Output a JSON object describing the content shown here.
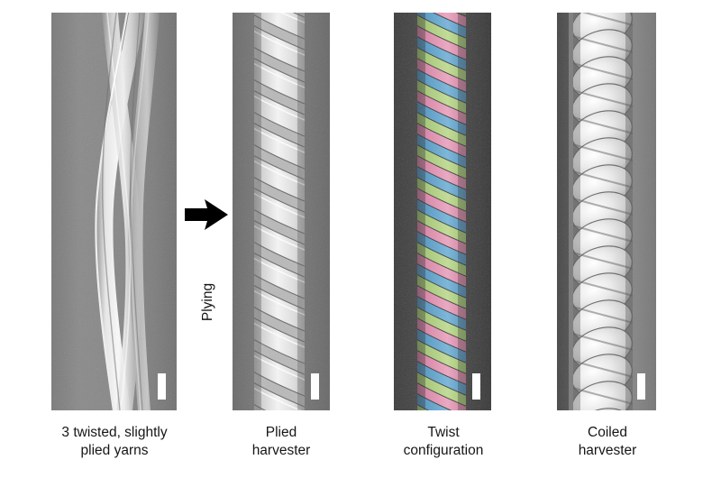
{
  "figure": {
    "background_color": "#ffffff",
    "process_arrow": {
      "icon": "right-arrow-icon",
      "label": "Plying",
      "color": "#000000"
    },
    "panels": [
      {
        "id": "twisted-plied-yarns",
        "caption": "3 twisted, slightly\nplied yarns",
        "image_type": "sem-micrograph",
        "background_color": "#8a8a8a",
        "strand_color": "#e8e8e8",
        "colorized": false,
        "strand_count": 3,
        "twist_pitch": "long",
        "scale_bar": {
          "label": "",
          "color": "#ffffff"
        }
      },
      {
        "id": "plied-harvester",
        "caption": "Plied\nharvester",
        "image_type": "sem-micrograph",
        "background_color": "#7c7c7c",
        "strand_color": "#dcdcdc",
        "colorized": false,
        "strand_count": 3,
        "twist_pitch": "medium",
        "scale_bar": {
          "label": "",
          "color": "#ffffff"
        }
      },
      {
        "id": "twist-configuration",
        "caption": "Twist\nconfiguration",
        "image_type": "sem-micrograph-colorized",
        "background_color": "#4d4d4d",
        "colorized": true,
        "strand_count": 3,
        "twist_pitch": "medium",
        "strand_colors": [
          "#d98cab",
          "#5f9ec6",
          "#a9c97d"
        ],
        "scale_bar": {
          "label": "",
          "color": "#ffffff"
        }
      },
      {
        "id": "coiled-harvester",
        "caption": "Coiled\nharvester",
        "image_type": "sem-micrograph",
        "background_color": "#8b8b8b",
        "strand_color": "#e4e4e4",
        "colorized": false,
        "strand_count": 2,
        "twist_pitch": "short-coil",
        "scale_bar": {
          "label": "",
          "color": "#ffffff"
        }
      }
    ]
  }
}
